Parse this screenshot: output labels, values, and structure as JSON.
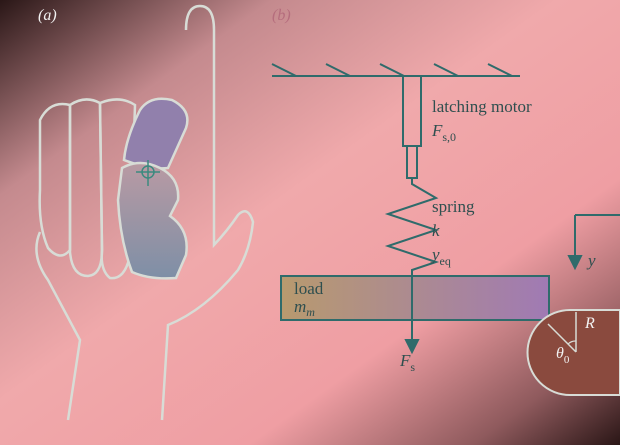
{
  "panel_a": {
    "label": "(a)"
  },
  "panel_b": {
    "label": "(b)",
    "motor": {
      "title": "latching motor",
      "symbol": "F",
      "subscript": "s,0"
    },
    "spring": {
      "title": "spring",
      "k": "k",
      "y": "y",
      "y_sub": "eq"
    },
    "load": {
      "title": "load",
      "m": "m",
      "m_sub": "m"
    },
    "force": {
      "symbol": "F",
      "sub": "s"
    },
    "axis": {
      "y": "y"
    },
    "wheel": {
      "R": "R",
      "theta": "θ",
      "theta_sub": "0"
    }
  },
  "colors": {
    "line": "#2f6b6b",
    "load_fill": "#a27fae",
    "finger_fill": "#9482ad",
    "wheel_fill": "#8a4a3e"
  }
}
